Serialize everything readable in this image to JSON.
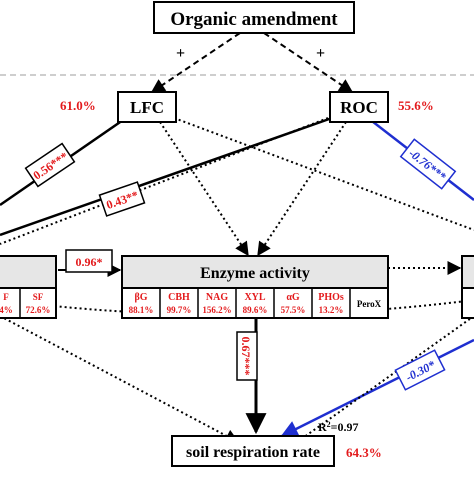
{
  "nodes": {
    "organic": "Organic amendment",
    "lfc": "LFC",
    "roc": "ROC",
    "enzyme": "Enzyme activity",
    "soil": "soil respiration rate"
  },
  "plus_signs": [
    "+",
    "+"
  ],
  "percents": {
    "lfc": "61.0%",
    "roc": "55.6%",
    "soil": "64.3%"
  },
  "r_squared": {
    "prefix": "R",
    "sup": "2",
    "value": "=0.97"
  },
  "path_coefficients": {
    "lfc_left": "0.56***",
    "roc_left": "0.43**",
    "roc_right": "-0.76***",
    "left_to_enzyme": "0.96*",
    "enzyme_to_soil": "0.67***",
    "right_to_soil": "-0.30*"
  },
  "left_box_cells": [
    {
      "name": "F",
      "pct": "4%"
    },
    {
      "name": "SF",
      "pct": "72.6%"
    }
  ],
  "enzymes": [
    {
      "name": "βG",
      "pct": "88.1%"
    },
    {
      "name": "CBH",
      "pct": "99.7%"
    },
    {
      "name": "NAG",
      "pct": "156.2%"
    },
    {
      "name": "XYL",
      "pct": "89.6%"
    },
    {
      "name": "αG",
      "pct": "57.5%"
    },
    {
      "name": "PHOs",
      "pct": "13.2%"
    },
    {
      "name": "PeroX",
      "pct": ""
    }
  ],
  "colors": {
    "red": "#e31a1c",
    "blue": "#1f2fd0",
    "black": "#000000",
    "box_header": "#e6e6e6",
    "dashed_divider": "#bdbdbd"
  }
}
